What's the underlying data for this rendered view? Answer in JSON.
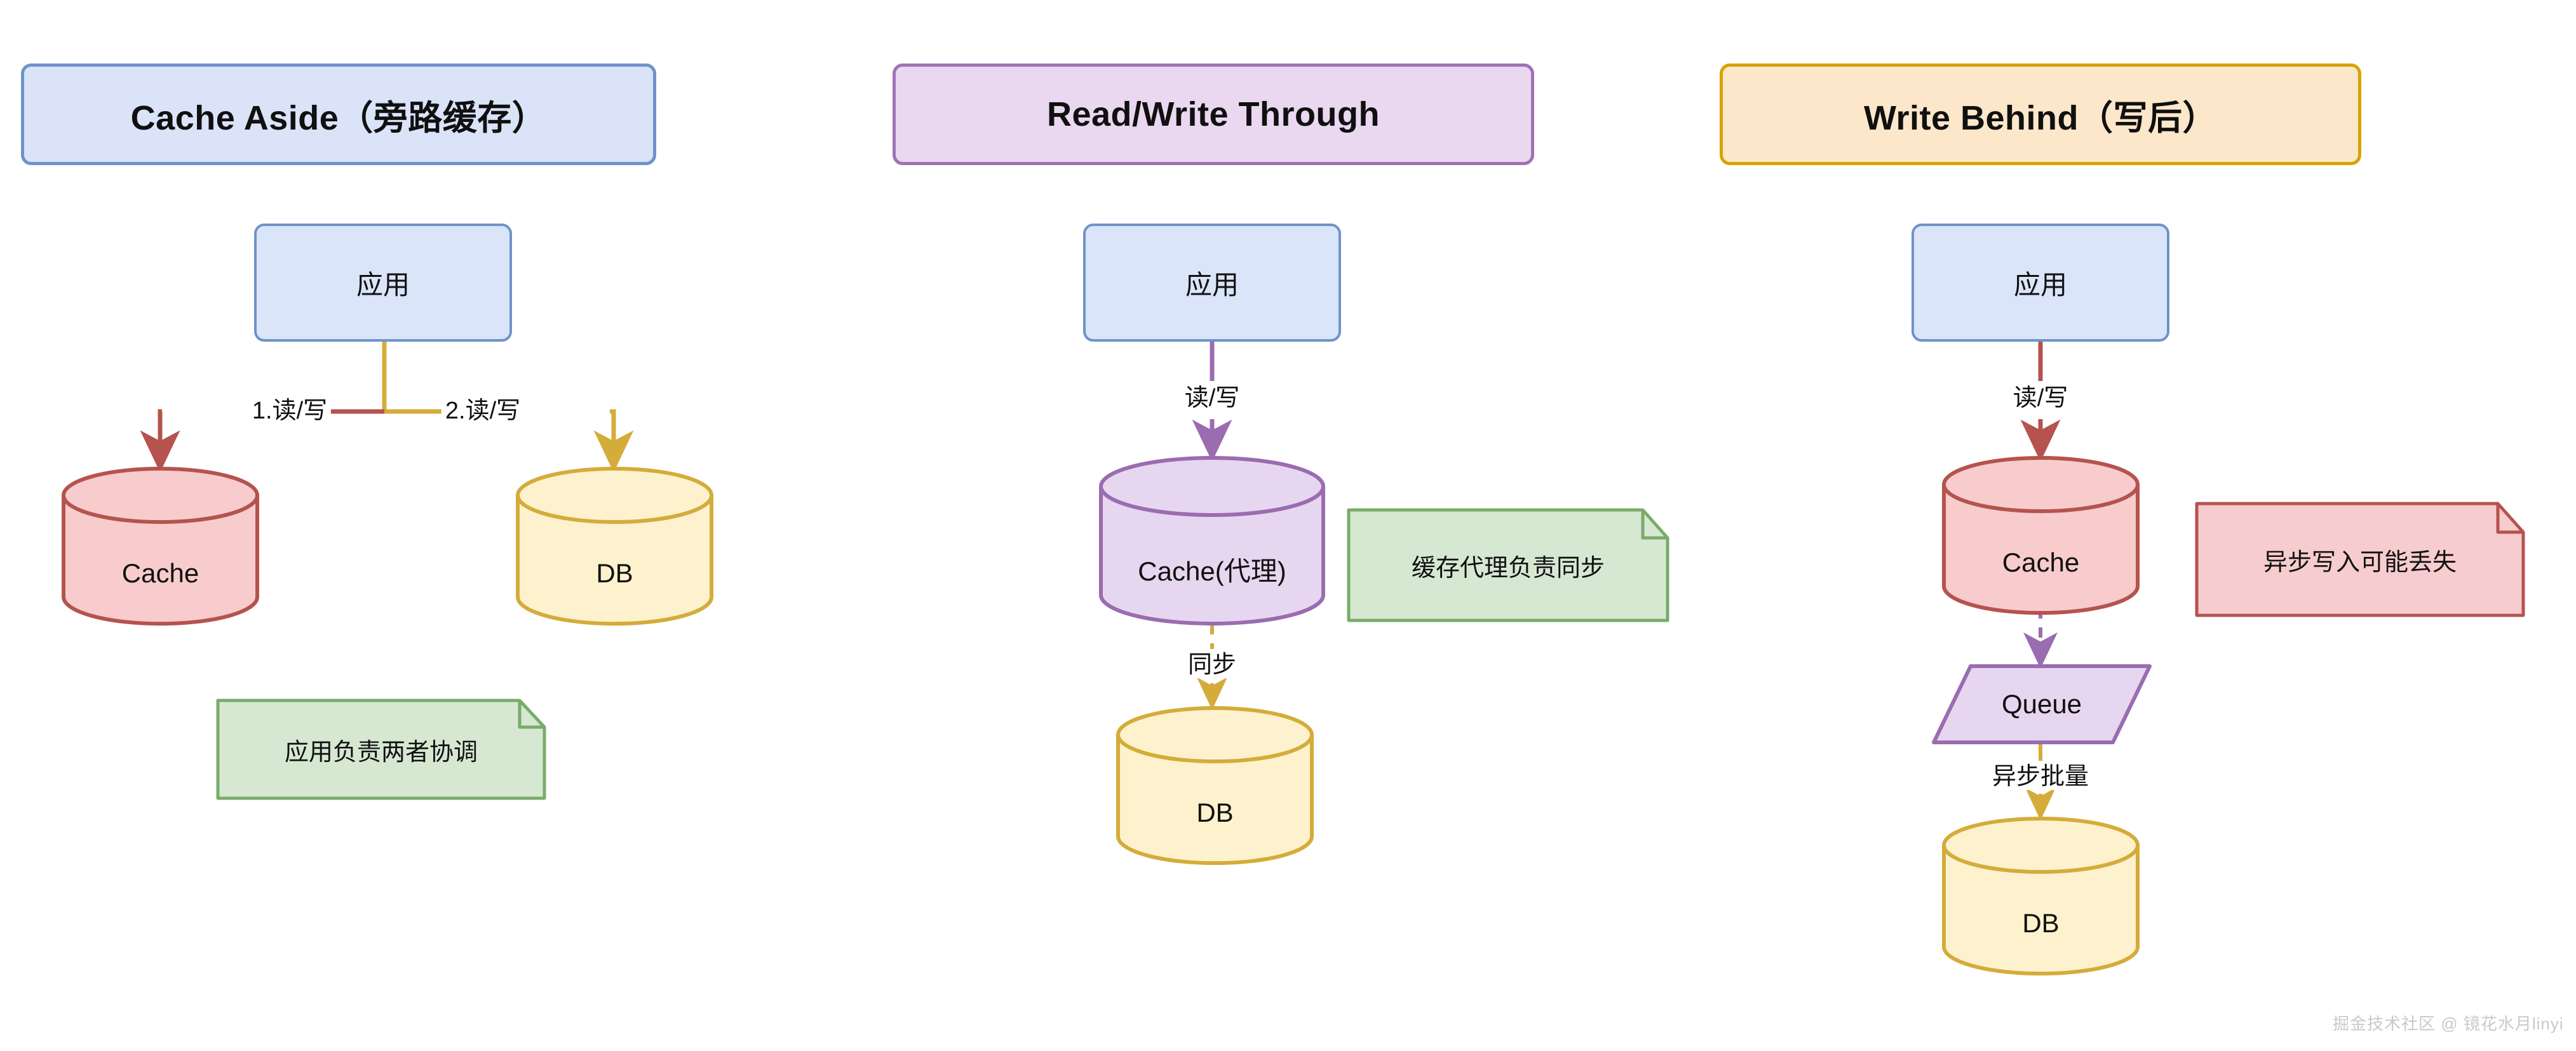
{
  "diagram": {
    "background": "#ffffff",
    "watermark": "掘金技术社区 @ 镜花水月linyi",
    "palette": {
      "blue_fill": "#dae5fa",
      "blue_stroke": "#6f93c9",
      "red_fill": "#f8cccc",
      "red_stroke": "#b5534f",
      "yellow_fill": "#fdf2cd",
      "yellow_stroke": "#d4ac3a",
      "purple_fill": "#e7d6ef",
      "purple_stroke": "#9a6cb0",
      "green_fill": "#d6e8d2",
      "green_stroke": "#7aab6a",
      "pink_note_fill": "#f7ccce",
      "pink_note_stroke": "#b5534f",
      "amber_title_fill": "#fce7cb",
      "amber_title_stroke": "#d8a300",
      "purple_title_fill": "#e9d8ef",
      "purple_title_stroke": "#a073b4",
      "blue_title_fill": "#dae3f7",
      "blue_title_stroke": "#6f93c9"
    },
    "columns": [
      {
        "id": "cache-aside",
        "title": "Cache Aside（旁路缓存）",
        "nodes": [
          {
            "id": "app1",
            "label": "应用",
            "shape": "rounded-rect"
          },
          {
            "id": "cache1",
            "label": "Cache",
            "shape": "cylinder"
          },
          {
            "id": "db1",
            "label": "DB",
            "shape": "cylinder"
          }
        ],
        "edges": [
          {
            "from": "app1",
            "to": "cache1",
            "label": "1.读/写",
            "style": "solid",
            "color": "#b5534f"
          },
          {
            "from": "app1",
            "to": "db1",
            "label": "2.读/写",
            "style": "solid",
            "color": "#d4ac3a"
          }
        ],
        "note": "应用负责两者协调"
      },
      {
        "id": "read-write-through",
        "title": "Read/Write Through",
        "nodes": [
          {
            "id": "app2",
            "label": "应用",
            "shape": "rounded-rect"
          },
          {
            "id": "cache2",
            "label": "Cache(代理)",
            "shape": "cylinder"
          },
          {
            "id": "db2",
            "label": "DB",
            "shape": "cylinder"
          }
        ],
        "edges": [
          {
            "from": "app2",
            "to": "cache2",
            "label": "读/写",
            "style": "solid",
            "color": "#9a6cb0"
          },
          {
            "from": "cache2",
            "to": "db2",
            "label": "同步",
            "style": "dashed",
            "color": "#d4ac3a"
          }
        ],
        "note": "缓存代理负责同步"
      },
      {
        "id": "write-behind",
        "title": "Write Behind（写后）",
        "nodes": [
          {
            "id": "app3",
            "label": "应用",
            "shape": "rounded-rect"
          },
          {
            "id": "cache3",
            "label": "Cache",
            "shape": "cylinder"
          },
          {
            "id": "queue3",
            "label": "Queue",
            "shape": "parallelogram"
          },
          {
            "id": "db3",
            "label": "DB",
            "shape": "cylinder"
          }
        ],
        "edges": [
          {
            "from": "app3",
            "to": "cache3",
            "label": "读/写",
            "style": "solid",
            "color": "#b5534f"
          },
          {
            "from": "cache3",
            "to": "queue3",
            "label": "",
            "style": "dashed",
            "color": "#9a6cb0"
          },
          {
            "from": "queue3",
            "to": "db3",
            "label": "异步批量",
            "style": "solid",
            "color": "#d4ac3a"
          }
        ],
        "note": "异步写入可能丢失"
      }
    ]
  }
}
